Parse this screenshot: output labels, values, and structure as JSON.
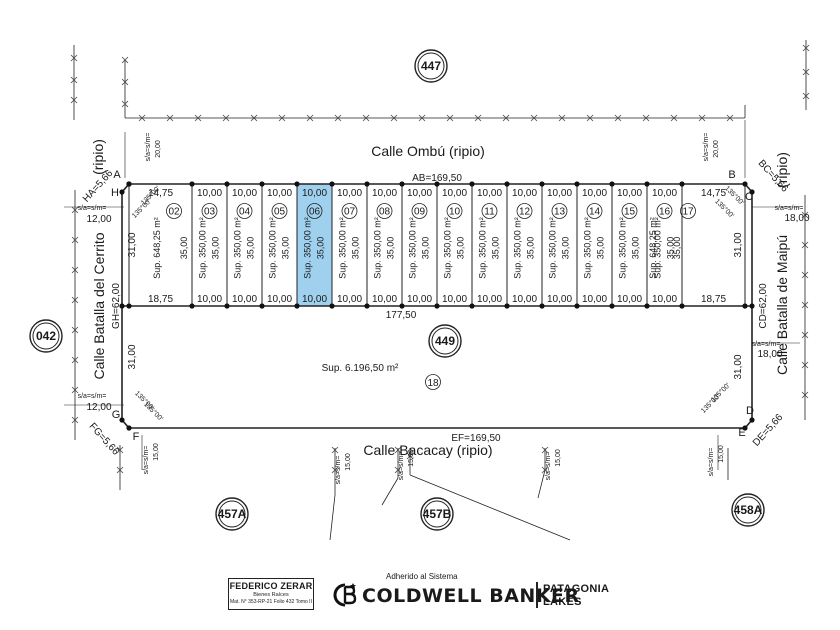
{
  "streets": {
    "top": "Calle Ombú  (ripio)",
    "bottom": "Calle Bacacay  (ripio)",
    "left": "Calle  Batalla del Cerrito",
    "right": "Calle   Batalla de Maipú",
    "left_tag": "(ripio)",
    "right_tag": "(ripio)"
  },
  "blocks": {
    "top": "447",
    "left": "042",
    "center": "449",
    "b1": "457A",
    "b2": "457B",
    "b3": "458A"
  },
  "corners": {
    "A": "A",
    "B": "B",
    "C": "C",
    "D": "D",
    "E": "E",
    "F": "F",
    "G": "G",
    "H": "H"
  },
  "sides": {
    "AB": "AB=169,50",
    "CD": "CD=62,00",
    "EF": "EF=169,50",
    "GH": "GH=62,00",
    "BC": "BC=5,66",
    "DE": "DE=5,66",
    "FG": "FG=5,66",
    "HA": "HA=5,66",
    "mid": "177,50"
  },
  "angle": "135°00'",
  "lots": [
    {
      "num": "02",
      "sup": "Sup. 648,25 m²",
      "depth": "35,00",
      "top": "14,75",
      "bottom": "18,75"
    },
    {
      "num": "03",
      "sup": "Sup. 350,00 m²",
      "depth": "35,00",
      "top": "10,00",
      "bottom": "10,00"
    },
    {
      "num": "04",
      "sup": "Sup. 350,00 m²",
      "depth": "35,00",
      "top": "10,00",
      "bottom": "10,00"
    },
    {
      "num": "05",
      "sup": "Sup. 350,00 m²",
      "depth": "35,00",
      "top": "10,00",
      "bottom": "10,00"
    },
    {
      "num": "06",
      "sup": "Sup. 350,00 m²",
      "depth": "35,00",
      "top": "10,00",
      "bottom": "10,00",
      "highlight": true
    },
    {
      "num": "07",
      "sup": "Sup. 350,00 m²",
      "depth": "35,00",
      "top": "10,00",
      "bottom": "10,00"
    },
    {
      "num": "08",
      "sup": "Sup. 350,00 m²",
      "depth": "35,00",
      "top": "10,00",
      "bottom": "10,00"
    },
    {
      "num": "09",
      "sup": "Sup. 350,00 m²",
      "depth": "35,00",
      "top": "10,00",
      "bottom": "10,00"
    },
    {
      "num": "10",
      "sup": "Sup. 350,00 m²",
      "depth": "35,00",
      "top": "10,00",
      "bottom": "10,00"
    },
    {
      "num": "11",
      "sup": "Sup. 350,00 m²",
      "depth": "35,00",
      "top": "10,00",
      "bottom": "10,00"
    },
    {
      "num": "12",
      "sup": "Sup. 350,00 m²",
      "depth": "35,00",
      "top": "10,00",
      "bottom": "10,00"
    },
    {
      "num": "13",
      "sup": "Sup. 350,00 m²",
      "depth": "35,00",
      "top": "10,00",
      "bottom": "10,00"
    },
    {
      "num": "14",
      "sup": "Sup. 350,00 m²",
      "depth": "35,00",
      "top": "10,00",
      "bottom": "10,00"
    },
    {
      "num": "15",
      "sup": "Sup. 350,00 m²",
      "depth": "35,00",
      "top": "10,00",
      "bottom": "10,00"
    },
    {
      "num": "16",
      "sup": "Sup. 350,00 m²",
      "depth": "35,00",
      "top": "10,00",
      "bottom": "10,00"
    },
    {
      "num": "17",
      "sup": "Sup. 648,25 m²",
      "depth": "35,00",
      "top": "14,75",
      "bottom": "18,75"
    }
  ],
  "lot18": {
    "num": "18",
    "sup": "Sup. 6.196,50 m²"
  },
  "side_depths": {
    "upper": "31,00",
    "lower": "31,00"
  },
  "sam": {
    "label": "s/a=s/m=",
    "v20": "20,00",
    "v18": "18,00",
    "v12": "12,00",
    "v15": "15,00"
  },
  "footer": {
    "agent_name": "FEDERICO ZERAR",
    "agent_sub": "Bienes Raíces",
    "agent_mat": "Mat. N° 353-RP-21 Folio 432 Tomo II",
    "adhered": "Adherido al Sistema",
    "brand": "COLDWELL BANKER",
    "partner_line1": "PATAGONIA",
    "partner_line2": "LAKES"
  },
  "colors": {
    "highlight": "#9fd0ee",
    "line": "#222222"
  }
}
